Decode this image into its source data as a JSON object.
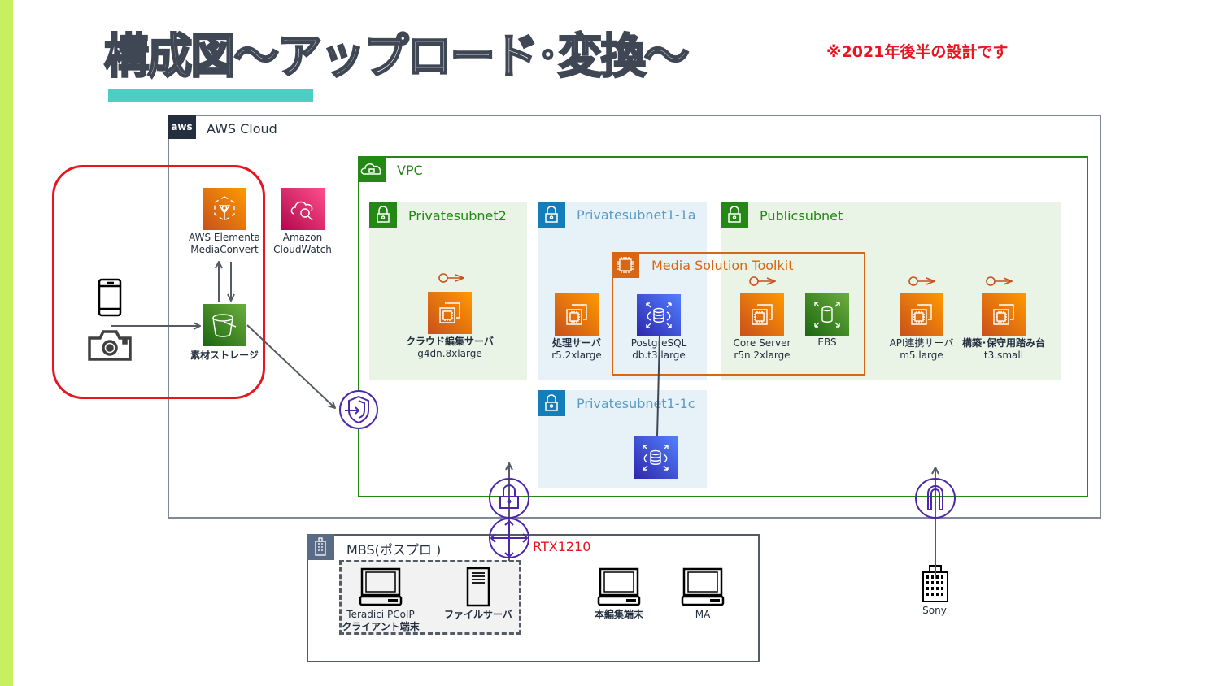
{
  "page": {
    "title": "構成図〜アップロード･変換〜",
    "note": "※2021年後半の設計です",
    "colors": {
      "stripe": "#c6f060",
      "accent": "#4ecdc4",
      "note": "#e8141f",
      "aws_cloud_border": "#7d8998",
      "vpc": "#248814",
      "private_subnet_blue": "#147eba",
      "media_toolkit": "#d86613",
      "highlight_box": "#e8141f",
      "network_icons": "#4d27aa"
    }
  },
  "aws_cloud": {
    "badge": "aws",
    "label": "AWS Cloud",
    "services": {
      "mediaconvert": {
        "label_line1": "AWS Elementa",
        "label_line2": "MediaConvert",
        "icon": "mediaconvert-icon"
      },
      "cloudwatch": {
        "label_line1": "Amazon",
        "label_line2": "CloudWatch",
        "icon": "cloudwatch-icon"
      },
      "storage": {
        "label": "素材ストレージ",
        "icon": "s3-bucket-icon"
      }
    }
  },
  "uploader_devices": [
    {
      "name": "smartphone",
      "icon": "smartphone-icon"
    },
    {
      "name": "camera",
      "icon": "camera-icon"
    }
  ],
  "vpc": {
    "label": "VPC",
    "subnets": [
      {
        "label": "Privatesubnet2",
        "style": "green",
        "nodes": [
          {
            "name": "クラウド編集サーバ",
            "type": "g4dn.8xlarge",
            "icon": "ec2-instance-icon",
            "eip": true
          }
        ]
      },
      {
        "label": "Privatesubnet1-1a",
        "style": "blue",
        "nodes": [
          {
            "name": "処理サーバ",
            "type": "r5.2xlarge",
            "icon": "ec2-instance-icon"
          },
          {
            "name": "PostgreSQL",
            "type": "db.t3.large",
            "icon": "rds-icon"
          }
        ]
      },
      {
        "label": "Privatesubnet1-1c",
        "style": "blue",
        "nodes": [
          {
            "name": "",
            "type": "",
            "icon": "rds-replica-icon"
          }
        ]
      },
      {
        "label": "Publicsubnet",
        "style": "green",
        "nodes": [
          {
            "name": "Core Server",
            "type": "r5n.2xlarge",
            "icon": "ec2-instance-icon",
            "eip": true
          },
          {
            "name": "EBS",
            "type": "",
            "icon": "ebs-icon"
          },
          {
            "name": "API連携サーバ",
            "type": "m5.large",
            "icon": "ec2-instance-icon",
            "eip": true
          },
          {
            "name": "構築･保守用踏み台",
            "type": "t3.small",
            "icon": "ec2-instance-icon",
            "eip": true
          }
        ]
      }
    ],
    "media_solution_toolkit": {
      "label": "Media Solution Toolkit"
    }
  },
  "gateways": [
    {
      "name": "vpc-endpoint",
      "icon": "endpoint-shield-icon"
    },
    {
      "name": "vpn-gateway",
      "icon": "vpn-lock-icon"
    },
    {
      "name": "router",
      "icon": "router-icon",
      "label": "RTX1210"
    },
    {
      "name": "direct-connect",
      "icon": "direct-connect-icon"
    }
  ],
  "mbs": {
    "label": "MBS(ポスプロ )",
    "devices": [
      {
        "line1": "Teradici PCoIP",
        "line2": "クライアント端末",
        "icon": "client-terminal-icon"
      },
      {
        "line1": "ファイルサーバ",
        "icon": "file-server-icon"
      },
      {
        "line1": "本編集端末",
        "icon": "editing-terminal-icon"
      },
      {
        "line1": "MA",
        "icon": "ma-terminal-icon"
      }
    ]
  },
  "external": {
    "label": "Sony",
    "icon": "office-building-icon"
  }
}
